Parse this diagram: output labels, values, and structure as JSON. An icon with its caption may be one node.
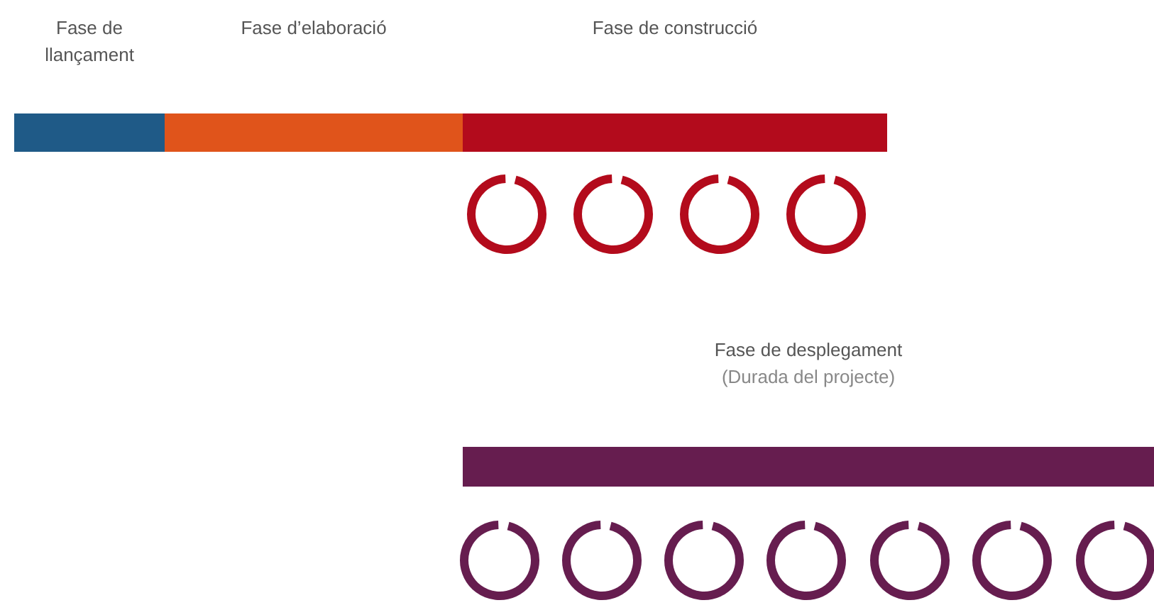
{
  "diagram": {
    "nodes": [
      {
        "text": [
          "Fase de llançament"
        ]
      },
      {
        "text": [
          "Fase d’elaboració"
        ]
      },
      {
        "text": [
          "Fase de construcció"
        ]
      },
      {
        "text": [],
        "shape": "circle"
      },
      {
        "text": [],
        "shape": "circle"
      },
      {
        "text": [],
        "shape": "circle"
      },
      {
        "text": [],
        "shape": "circle"
      },
      {
        "text": [
          "Fase de desplegament",
          "(Durada del projecte)"
        ]
      },
      {
        "text": [],
        "shape": "circle"
      },
      {
        "text": [],
        "shape": "circle"
      },
      {
        "text": [],
        "shape": "circle"
      },
      {
        "text": [],
        "shape": "circle"
      },
      {
        "text": [],
        "shape": "circle"
      },
      {
        "text": [],
        "shape": "circle"
      },
      {
        "text": [],
        "shape": "circle"
      }
    ]
  }
}
